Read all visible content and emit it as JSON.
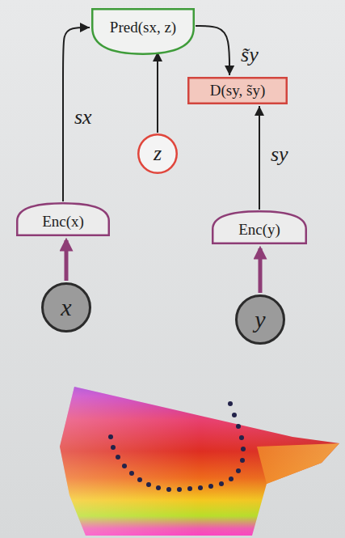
{
  "diagram": {
    "nodes": [
      {
        "text": [
          "Pred(sx, z)"
        ]
      },
      {
        "text": [
          "D(sy, s̃y)"
        ]
      },
      {
        "text": [
          "z"
        ]
      },
      {
        "text": [
          "Enc(x)"
        ]
      },
      {
        "text": [
          "Enc(y)"
        ]
      },
      {
        "text": [
          "x"
        ]
      },
      {
        "text": [
          "y"
        ]
      }
    ],
    "edges": [
      {
        "from": 5,
        "to": 3,
        "arrow": "to"
      },
      {
        "from": 3,
        "to": 0,
        "label": "sx",
        "arrow": "to"
      },
      {
        "from": 2,
        "to": 0,
        "arrow": "to"
      },
      {
        "from": 0,
        "to": 1,
        "label": "s̃y",
        "arrow": "to"
      },
      {
        "from": 4,
        "to": 1,
        "label": "sy",
        "arrow": "to"
      },
      {
        "from": 6,
        "to": 4,
        "arrow": "to"
      }
    ]
  }
}
